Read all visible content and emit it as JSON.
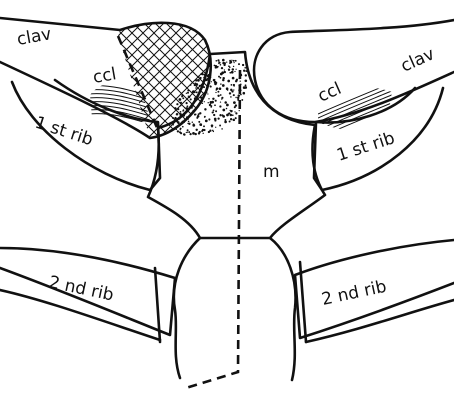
{
  "labels": {
    "clav_left": "clav",
    "clav_right": "clav",
    "ccl_left": "ccl",
    "ccl_right": "ccl",
    "first_rib_left": "1 st rib",
    "first_rib_right": "1 st rib",
    "manubrium": "m",
    "second_rib_left": "2 nd rib",
    "second_rib_right": "2 nd rib"
  }
}
